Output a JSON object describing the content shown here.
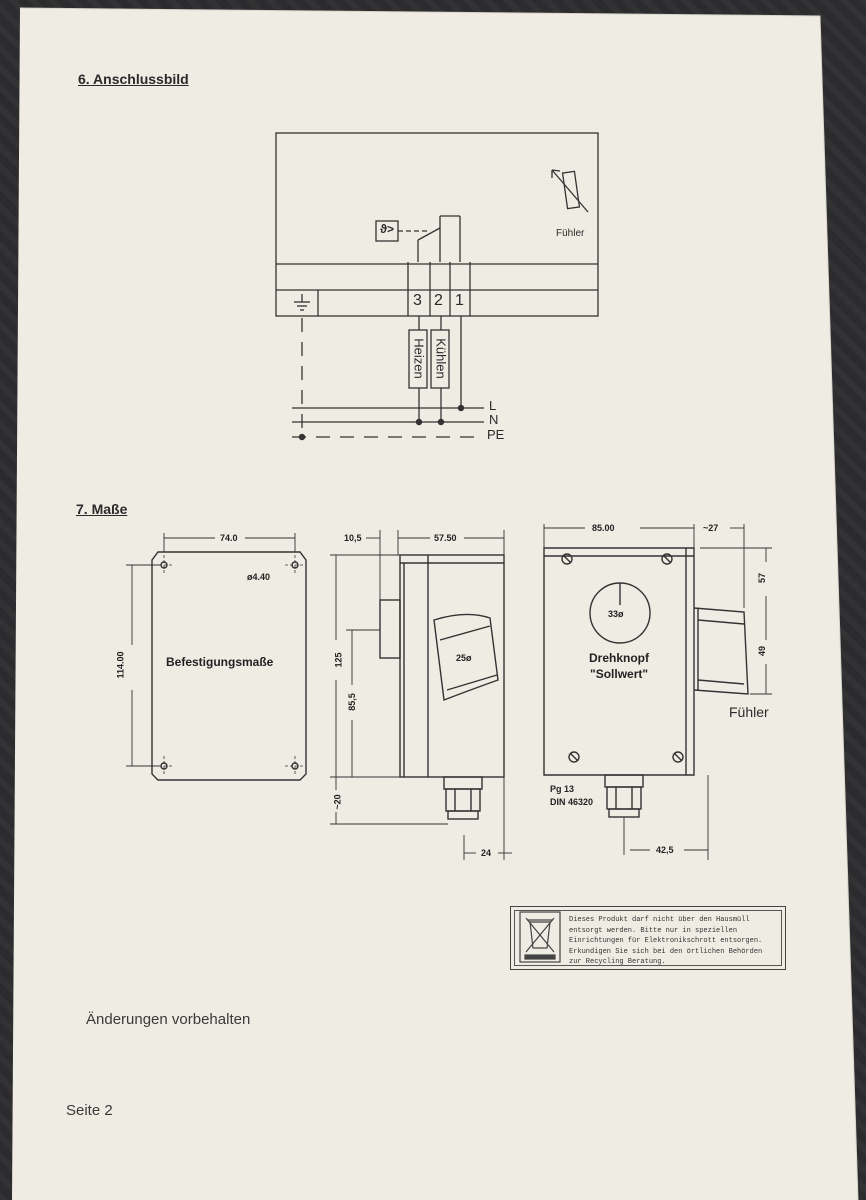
{
  "section6": {
    "heading": "6. Anschlussbild"
  },
  "wiring": {
    "sensor_label": "Fühler",
    "terminals": [
      "3",
      "2",
      "1"
    ],
    "wire_heat": "Heizen",
    "wire_cool": "Kühlen",
    "lines": [
      "L",
      "N",
      "PE"
    ]
  },
  "section7": {
    "heading": "7. Maße"
  },
  "front_view": {
    "width": "74.0",
    "height": "114.00",
    "hole": "ø4.40",
    "center_label": "Befestigungsmaße"
  },
  "side_view": {
    "offset": "10,5",
    "depth": "57.50",
    "height": "125",
    "sub_height": "85,5",
    "angle": "25ø",
    "bottom": "~20",
    "gland": "24"
  },
  "knob_view": {
    "width": "85.00",
    "sensor_protrusion": "~27",
    "angle": "33ø",
    "knob_label_1": "Drehknopf",
    "knob_label_2": "\"Sollwert\"",
    "gland_1": "Pg 13",
    "gland_2": "DIN 46320",
    "bottom_offset": "42,5",
    "dim_57": "57",
    "dim_49": "49",
    "sensor_label": "Fühler"
  },
  "recycling_notice": "Dieses Produkt darf nicht über den Hausmüll entsorgt werden. Bitte nur in speziellen Einrichtungen für Elektronikschrott entsorgen. Erkundigen Sie sich bei den örtlichen Behörden zur Recycling Beratung.",
  "footer": {
    "note": "Änderungen vorbehalten",
    "page": "Seite 2"
  }
}
